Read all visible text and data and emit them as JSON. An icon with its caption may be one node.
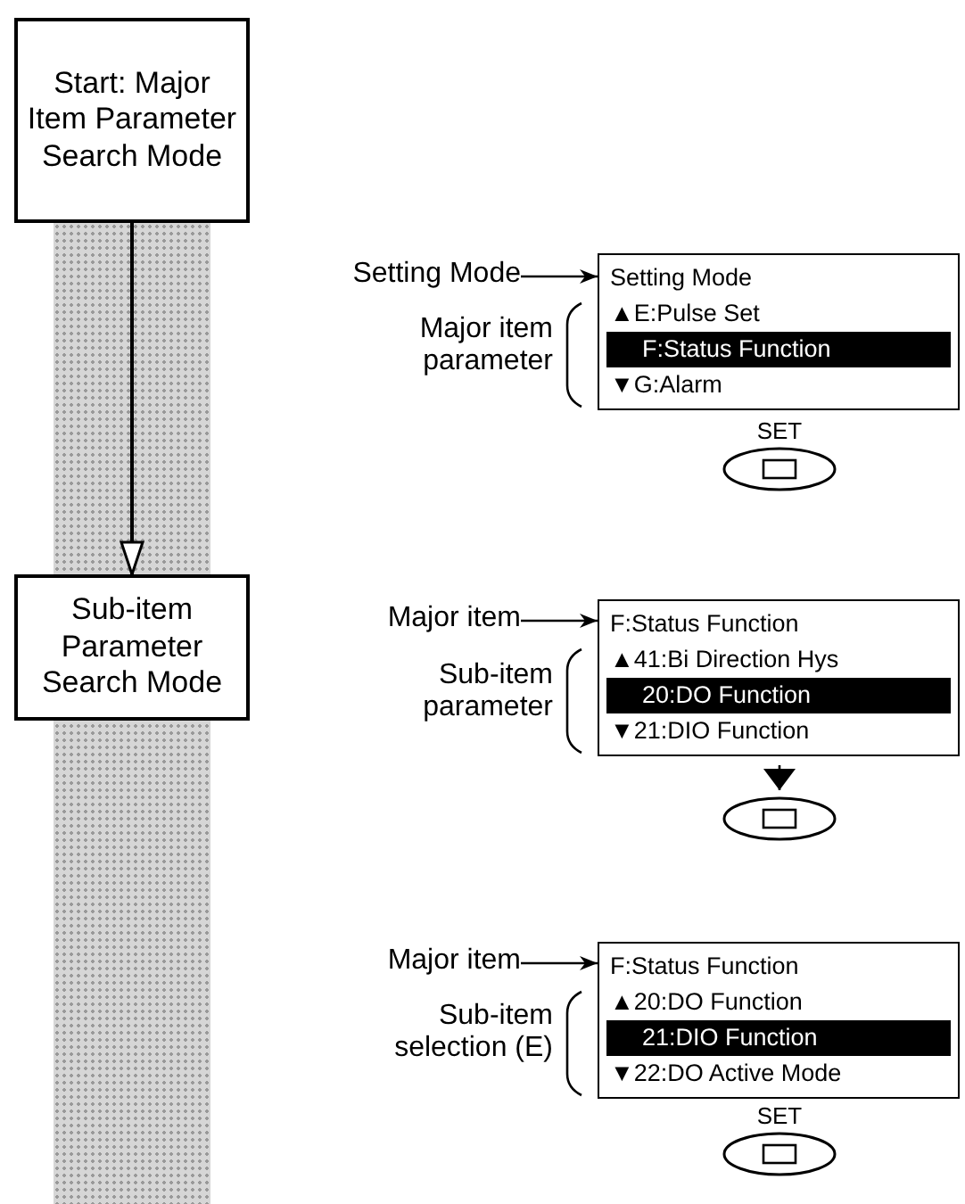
{
  "diagram": {
    "nodes": [
      {
        "text": [
          "Start: Major Item Parameter Search Mode"
        ]
      },
      {
        "text": [
          "Setting Mode"
        ]
      },
      {
        "text": [
          "Setting Mode",
          "▲E:Pulse Set",
          "F:Status Function",
          "▼G:Alarm"
        ]
      },
      {
        "text": [
          "SET"
        ]
      },
      {
        "text": [
          "Sub-item Parameter Search Mode"
        ]
      },
      {
        "text": [
          "Major item"
        ]
      },
      {
        "text": [
          "F:Status Function",
          "▲41:Bi Direction Hys",
          "20:DO Function",
          "▼21:DIO Function"
        ]
      },
      {
        "text": [],
        "shape": "ellipse"
      },
      {
        "text": [
          "Major item"
        ]
      },
      {
        "text": [
          "F:Status Function",
          "▲20:DO Function",
          "21:DIO Function",
          "▼22:DO Active Mode"
        ]
      },
      {
        "text": [
          "SET"
        ]
      }
    ],
    "edges": [
      {
        "from": 0,
        "to": 4,
        "arrow": "to"
      },
      {
        "from": 1,
        "to": 2,
        "arrow": "to"
      },
      {
        "from": 5,
        "to": 6,
        "arrow": "to"
      },
      {
        "from": 8,
        "to": 9,
        "arrow": "to"
      },
      {
        "from": 6,
        "to": 7,
        "arrow": "to"
      }
    ],
    "labels": [
      "Major item parameter",
      "Sub-item parameter",
      "Sub-item selection (E)"
    ]
  }
}
